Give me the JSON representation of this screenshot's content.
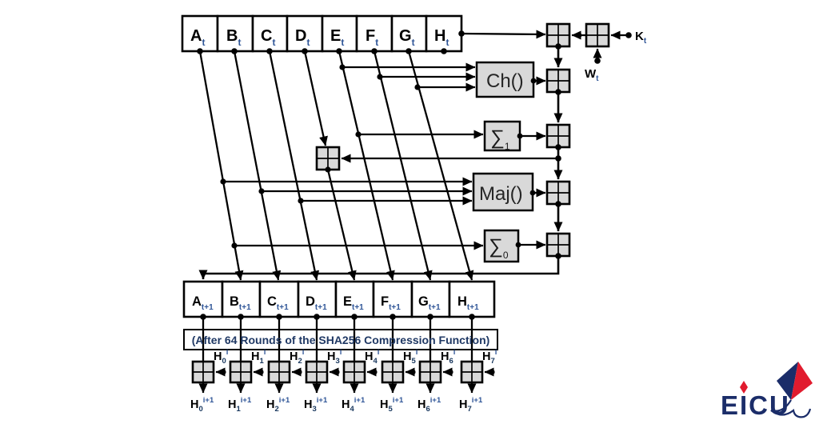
{
  "registers_top": [
    {
      "base": "A",
      "sub": "t"
    },
    {
      "base": "B",
      "sub": "t"
    },
    {
      "base": "C",
      "sub": "t"
    },
    {
      "base": "D",
      "sub": "t"
    },
    {
      "base": "E",
      "sub": "t"
    },
    {
      "base": "F",
      "sub": "t"
    },
    {
      "base": "G",
      "sub": "t"
    },
    {
      "base": "H",
      "sub": "t"
    }
  ],
  "registers_next": [
    {
      "base": "A",
      "sub": "t+1"
    },
    {
      "base": "B",
      "sub": "t+1"
    },
    {
      "base": "C",
      "sub": "t+1"
    },
    {
      "base": "D",
      "sub": "t+1"
    },
    {
      "base": "E",
      "sub": "t+1"
    },
    {
      "base": "F",
      "sub": "t+1"
    },
    {
      "base": "G",
      "sub": "t+1"
    },
    {
      "base": "H",
      "sub": "t+1"
    }
  ],
  "round_functions": {
    "ch": {
      "label": "Ch()"
    },
    "sigma1": {
      "base": "∑",
      "sub": "1"
    },
    "maj": {
      "label": "Maj()"
    },
    "sigma0": {
      "base": "∑",
      "sub": "0"
    }
  },
  "round_inputs": {
    "k": {
      "base": "K",
      "sub": "t"
    },
    "w": {
      "base": "W",
      "sub": "t"
    }
  },
  "banner_text": "(After 64 Rounds of the SHA256 Compression Function)",
  "hash_inputs": [
    {
      "base": "H",
      "sub": "0",
      "sup": "i"
    },
    {
      "base": "H",
      "sub": "1",
      "sup": "i"
    },
    {
      "base": "H",
      "sub": "2",
      "sup": "i"
    },
    {
      "base": "H",
      "sub": "3",
      "sup": "i"
    },
    {
      "base": "H",
      "sub": "4",
      "sup": "i"
    },
    {
      "base": "H",
      "sub": "5",
      "sup": "i"
    },
    {
      "base": "H",
      "sub": "6",
      "sup": "i"
    },
    {
      "base": "H",
      "sub": "7",
      "sup": "i"
    }
  ],
  "hash_outputs": [
    {
      "base": "H",
      "sub": "0",
      "sup": "i+1"
    },
    {
      "base": "H",
      "sub": "1",
      "sup": "i+1"
    },
    {
      "base": "H",
      "sub": "2",
      "sup": "i+1"
    },
    {
      "base": "H",
      "sub": "3",
      "sup": "i+1"
    },
    {
      "base": "H",
      "sub": "4",
      "sup": "i+1"
    },
    {
      "base": "H",
      "sub": "5",
      "sup": "i+1"
    },
    {
      "base": "H",
      "sub": "6",
      "sup": "i+1"
    },
    {
      "base": "H",
      "sub": "7",
      "sup": "i+1"
    }
  ],
  "logo": {
    "text": "EICU"
  },
  "colors": {
    "line": "#000000",
    "function_box_fill": "#d9d9d9",
    "subscript_blue": "#2F5597",
    "banner_text": "#1F3864",
    "logo_navy": "#1b2d69",
    "logo_red": "#e11b2e"
  }
}
